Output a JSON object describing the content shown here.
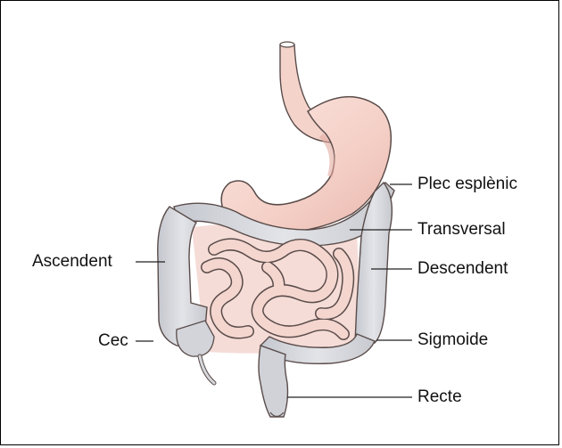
{
  "labels": {
    "splenic_flexure": "Plec esplènic",
    "transverse": "Transversal",
    "ascending": "Ascendent",
    "descending": "Descendent",
    "cecum": "Cec",
    "sigmoid": "Sigmoide",
    "rectum": "Recte"
  },
  "colors": {
    "stomach": "#f6d6cf",
    "small_intestine": "#f3d4ce",
    "colon": "#d5d7dc",
    "outline": "#5a4c4a"
  }
}
